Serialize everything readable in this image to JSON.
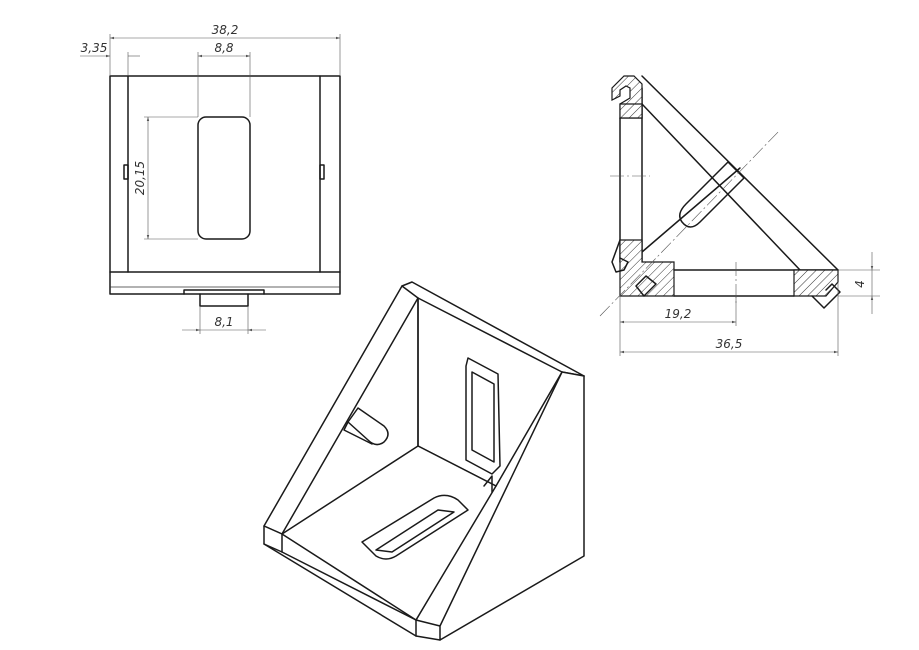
{
  "dimensions": {
    "overall_width": "38,2",
    "side_offset": "3,35",
    "slot_width": "8,8",
    "slot_height": "20,15",
    "tab_width": "8,1",
    "leg_length": "19,2",
    "total_length": "36,5",
    "wall_thickness": "4"
  },
  "colors": {
    "line": "#1a1a1a",
    "dimension_line": "#555555",
    "background": "#ffffff"
  }
}
